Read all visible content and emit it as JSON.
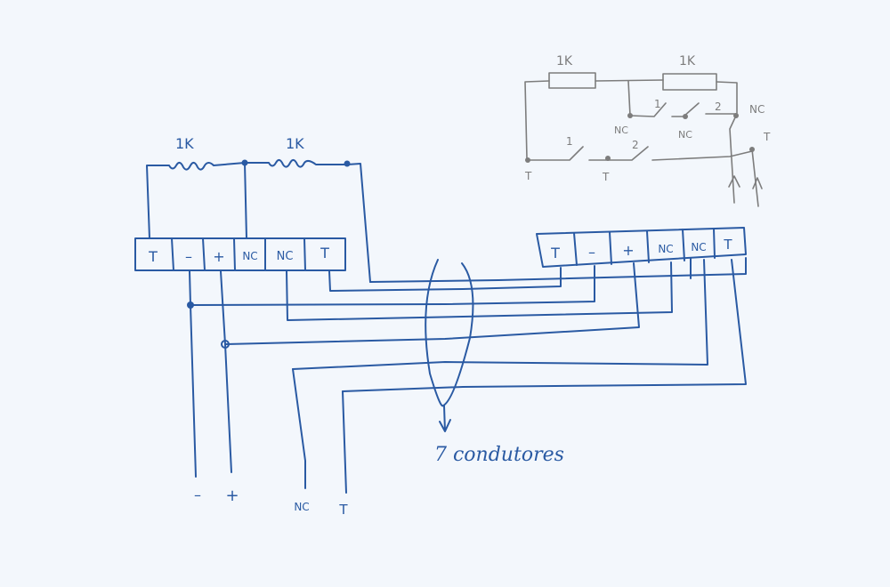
{
  "colors": {
    "ink": "#2a5aa3",
    "pencil": "#7d7d7d",
    "paper": "#f3f7fc"
  },
  "left_block": {
    "resistors": [
      "1K",
      "1K"
    ],
    "terminals": [
      "T",
      "–",
      "+",
      "NC",
      "NC",
      "T"
    ]
  },
  "right_block": {
    "terminals": [
      "T",
      "–",
      "+",
      "NC",
      "NC",
      "T"
    ]
  },
  "cable_label": "7 condutores",
  "outputs": [
    "–",
    "+",
    "NC",
    "T"
  ],
  "inset": {
    "resistors": [
      "1K",
      "1K"
    ],
    "switch_labels": [
      "1",
      "2",
      "1",
      "2"
    ],
    "node_labels": [
      "NC",
      "NC",
      "NC",
      "T",
      "T",
      "T"
    ]
  }
}
